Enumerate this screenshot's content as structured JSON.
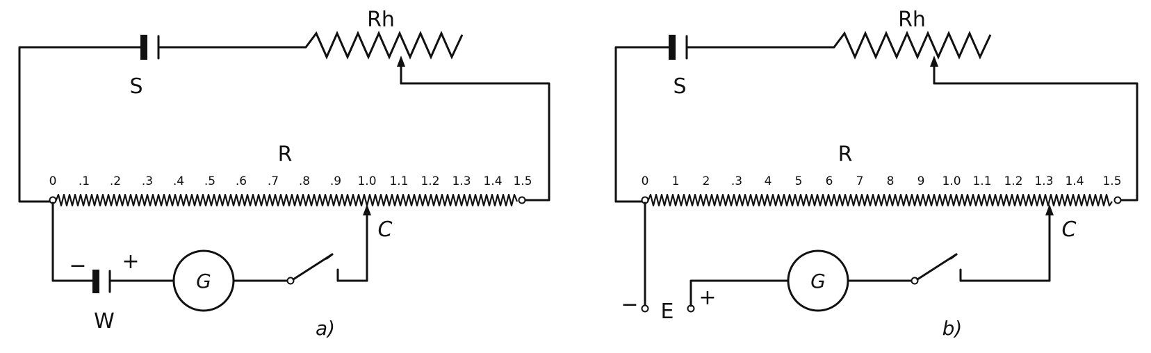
{
  "panels": [
    {
      "id": "a",
      "caption": "a)",
      "source_label": "S",
      "rheostat_label": "Rh",
      "slidewire_label": "R",
      "contact_label": "C",
      "galvanometer_label": "G",
      "cell_label": "W",
      "minus": "−",
      "plus": "+",
      "scale": [
        "0",
        ".1",
        ".2",
        ".3",
        ".4",
        ".5",
        ".6",
        ".7",
        ".8",
        ".9",
        "1.0",
        "1.1",
        "1.2",
        "1.3",
        "1.4",
        "1.5"
      ]
    },
    {
      "id": "b",
      "caption": "b)",
      "source_label": "S",
      "rheostat_label": "Rh",
      "slidewire_label": "R",
      "contact_label": "C",
      "galvanometer_label": "G",
      "terminal_label": "E",
      "minus": "−",
      "plus": "+",
      "scale": [
        "0",
        "1",
        "2",
        ".3",
        "4",
        "5",
        "6",
        "7",
        "8",
        "9",
        "1.0",
        "1.1",
        "1.2",
        "1.3",
        "1.4",
        "1.5"
      ]
    }
  ]
}
